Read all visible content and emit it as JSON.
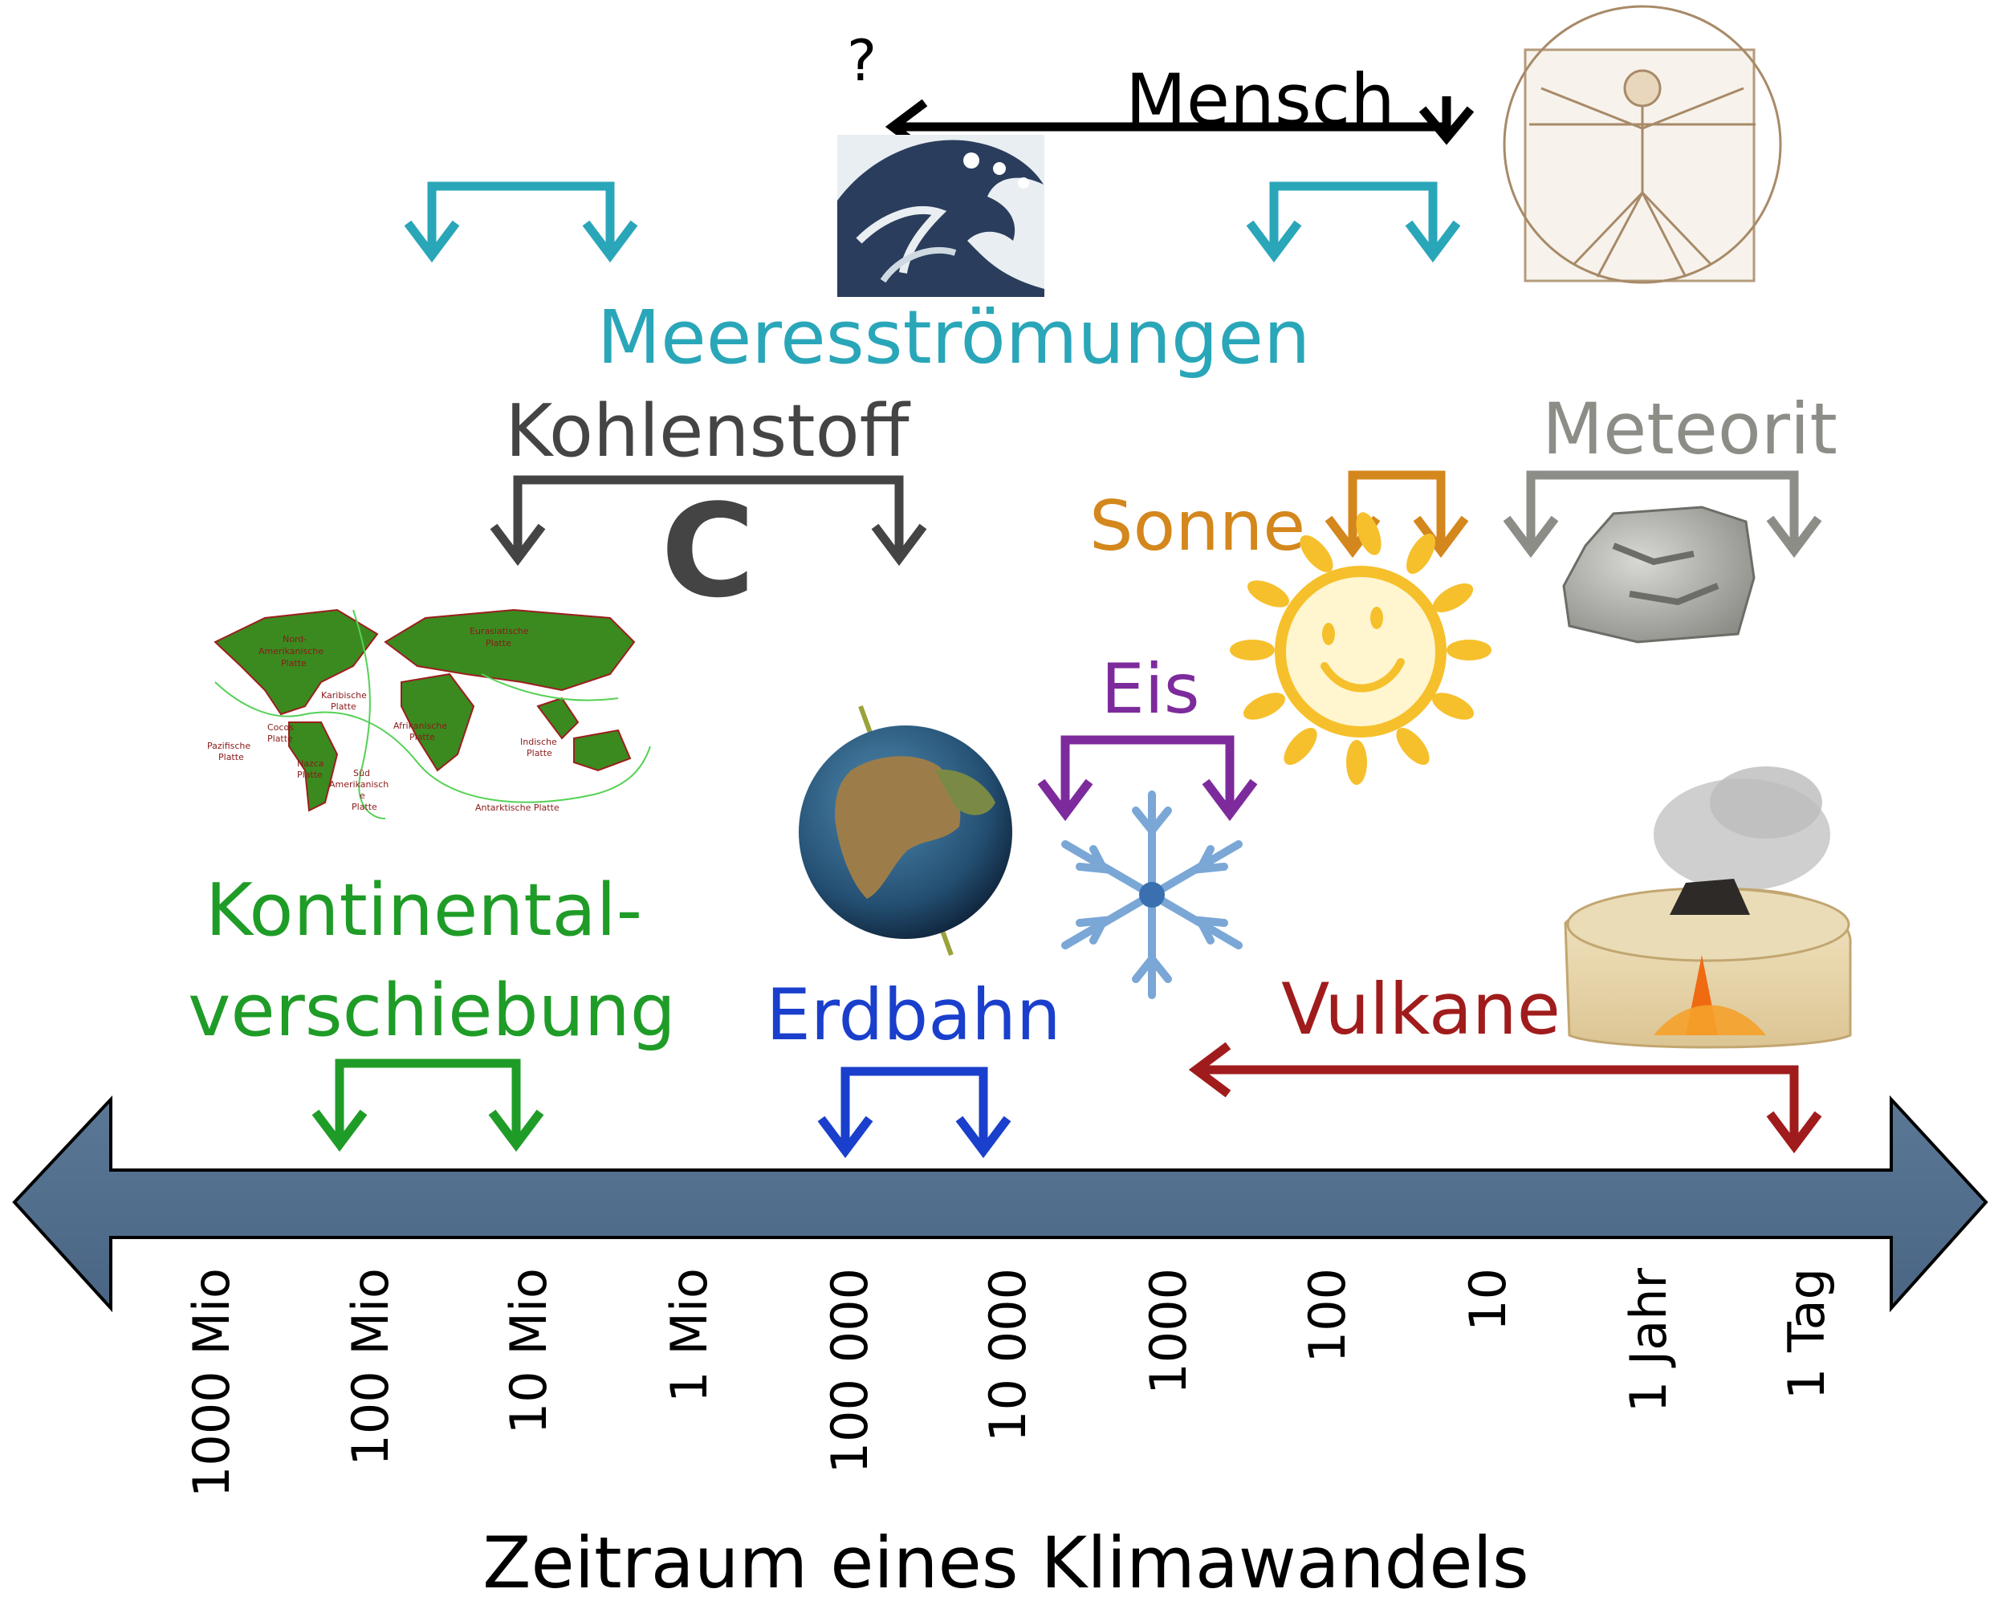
{
  "title": "Zeitraum eines Klimawandels",
  "question_mark": "?",
  "axis": {
    "ticks": [
      "1000 Mio",
      "100 Mio",
      "10 Mio",
      "1 Mio",
      "100 000",
      "10 000",
      "1000",
      "100",
      "10",
      "1 Jahr",
      "1 Tag"
    ]
  },
  "factors": {
    "mensch": {
      "label": "Mensch",
      "color": "#000000"
    },
    "meer": {
      "label": "Meeresströmungen",
      "color": "#2aa6b9"
    },
    "kohlenstoff": {
      "label": "Kohlenstoff",
      "symbol": "C",
      "color": "#444444"
    },
    "meteorit": {
      "label": "Meteorit",
      "color": "#8d8d88"
    },
    "sonne": {
      "label": "Sonne",
      "color": "#d4871c"
    },
    "eis": {
      "label": "Eis",
      "color": "#7d2b9c"
    },
    "kontinent": {
      "label_line1": "Kontinental-",
      "label_line2": "verschiebung",
      "color": "#1f9c27"
    },
    "erdbahn": {
      "label": "Erdbahn",
      "color": "#1a3fcc"
    },
    "vulkane": {
      "label": "Vulkane",
      "color": "#a01c1c"
    }
  },
  "plate_map": {
    "labels": [
      "Nord-",
      "Amerikanische",
      "Platte",
      "Eurasiatische",
      "Platte",
      "Karibische",
      "Platte",
      "Cocos",
      "Platte",
      "Pazifische",
      "Platte",
      "Afrikanische",
      "Platte",
      "Indische",
      "Platte",
      "Nazca",
      "Platte",
      "Süd",
      "Amerikanisch",
      "e",
      "Platte",
      "Antarktische Platte"
    ]
  },
  "icons": [
    "wave-icon",
    "vitruvian-man-icon",
    "world-plates-map-icon",
    "earth-globe-icon",
    "snowflake-icon",
    "sun-icon",
    "meteorite-icon",
    "volcano-icon"
  ]
}
